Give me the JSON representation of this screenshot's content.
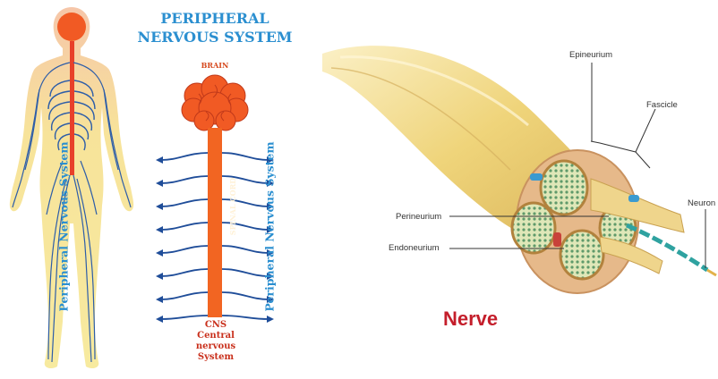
{
  "left_panel": {
    "title_line1": "PERIPHERAL",
    "title_line2": "NERVOUS SYSTEM",
    "brain_label": "BRAIN",
    "spinal_cord_label": "SPINAL CORD",
    "pns_left_label": "Peripheral Nervous System",
    "pns_right_label": "Peripheral Nervous System",
    "cns_line1": "CNS",
    "cns_line2": "Central",
    "cns_line3": "nervous",
    "cns_line4": "System"
  },
  "right_panel": {
    "title": "Nerve",
    "labels": {
      "epineurium": "Epineurium",
      "fascicle": "Fascicle",
      "neuron": "Neuron",
      "perineurium": "Perineurium",
      "endoneurium": "Endoneurium"
    }
  },
  "colors": {
    "title_blue": "#2b8fd0",
    "nerve_red": "#c41e2b",
    "brain_orange": "#f15a24",
    "nerve_yellow": "#f3dc7d"
  }
}
